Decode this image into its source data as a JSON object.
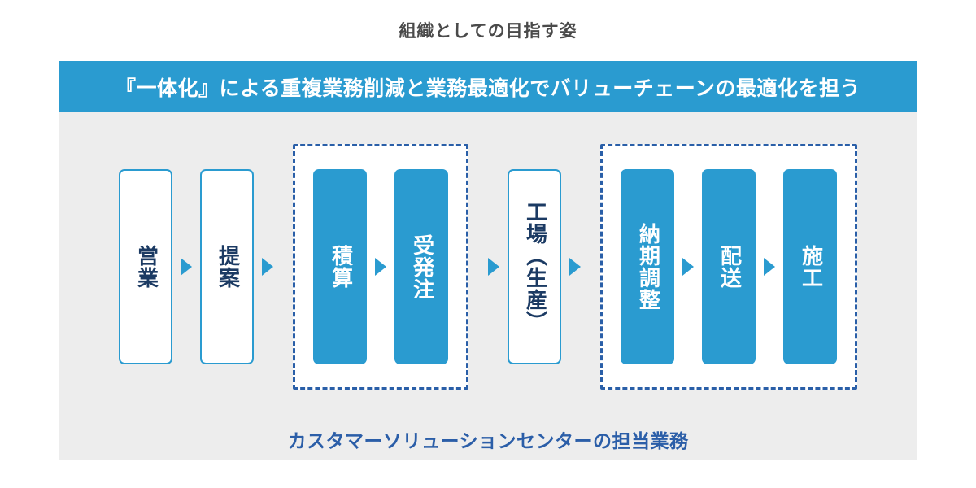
{
  "page": {
    "title": "組織としての目指す姿",
    "background_color": "#ffffff",
    "panel_color": "#ededed"
  },
  "banner": {
    "text": "『一体化』による重複業務削減と業務最適化でバリューチェーンの最適化を担う",
    "background_color": "#2a9bd0",
    "text_color": "#ffffff"
  },
  "colors": {
    "accent_blue": "#2a9bd0",
    "dashed_border_blue": "#2a5fa8",
    "navy_text": "#1b3a63",
    "caption_blue": "#2b5ea8",
    "title_gray": "#4a4a4a"
  },
  "flow": {
    "arrow_glyph": "▶",
    "steps": [
      {
        "id": "sales",
        "label": "営業",
        "style": "outline",
        "group": null
      },
      {
        "id": "proposal",
        "label": "提案",
        "style": "outline",
        "group": null
      },
      {
        "id": "estimate",
        "label": "積算",
        "style": "filled",
        "group": "csc-left"
      },
      {
        "id": "ordering",
        "label": "受発注",
        "style": "filled",
        "group": "csc-left"
      },
      {
        "id": "factory",
        "label": "工場（生産）",
        "style": "outline",
        "group": null
      },
      {
        "id": "scheduling",
        "label": "納期調整",
        "style": "filled",
        "group": "csc-right"
      },
      {
        "id": "delivery",
        "label": "配送",
        "style": "filled",
        "group": "csc-right"
      },
      {
        "id": "install",
        "label": "施工",
        "style": "filled",
        "group": "csc-right"
      }
    ]
  },
  "caption": {
    "text": "カスタマーソリューションセンターの担当業務"
  }
}
